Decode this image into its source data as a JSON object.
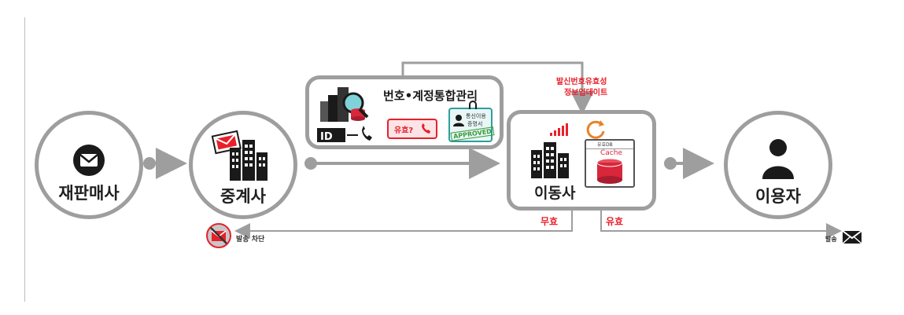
{
  "nodes": {
    "sender": "재판매사",
    "relay": "중계사",
    "carrier": "이동사",
    "user": "이용자"
  },
  "integration": {
    "title": "번호•계정통합관리",
    "id_badge": "ID",
    "valid_tag": "유효?",
    "card_line1": "통신이용",
    "card_line2": "증명서",
    "approved_stamp": "APPROVED"
  },
  "update_note": {
    "line1": "발신번호유효성",
    "line2": "정보업데이트"
  },
  "carrier_box": {
    "cache_label": "Cache",
    "card_header": "유효DB"
  },
  "flows": {
    "invalid": "무효",
    "valid": "유효",
    "blocked": "발송 차단",
    "sent": "발송"
  },
  "colors": {
    "accent_red": "#e8202a",
    "cache_red": "#d8263b",
    "gray_stroke": "#9e9e9e",
    "icon_dark": "#1a1a1a"
  }
}
